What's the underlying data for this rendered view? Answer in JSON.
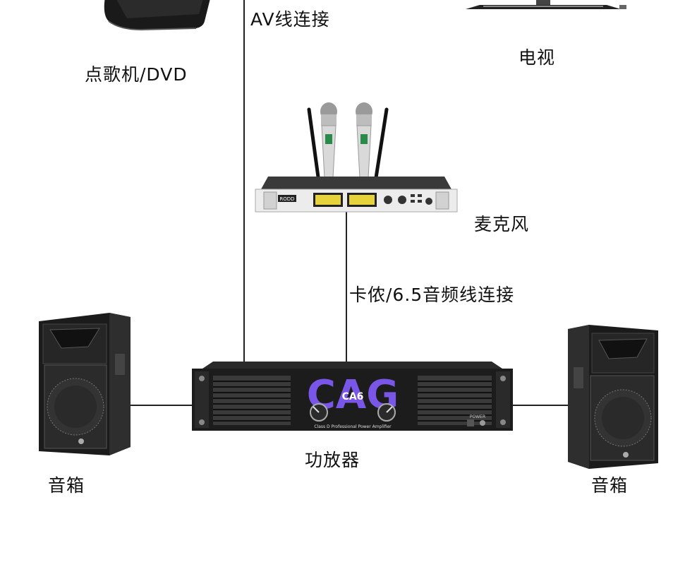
{
  "labels": {
    "av_cable": "AV线连接",
    "karaoke": "点歌机/DVD",
    "tv": "电视",
    "microphone": "麦克风",
    "mic_cable": "卡侬/6.5音频线连接",
    "amplifier": "功放器",
    "speaker_left": "音箱",
    "speaker_right": "音箱"
  },
  "devices": {
    "mic_brand": "RODD",
    "amp_brand": "CAG",
    "amp_model": "CA6",
    "amp_tagline": "Class D Professional Power Amplifier",
    "amp_power": "POWER"
  },
  "colors": {
    "line": "#222222",
    "amp_logo": "#7a56e8",
    "device_dark": "#1c1c1c",
    "mic_body": "#d9d9d9",
    "display": "#e6d23a"
  }
}
